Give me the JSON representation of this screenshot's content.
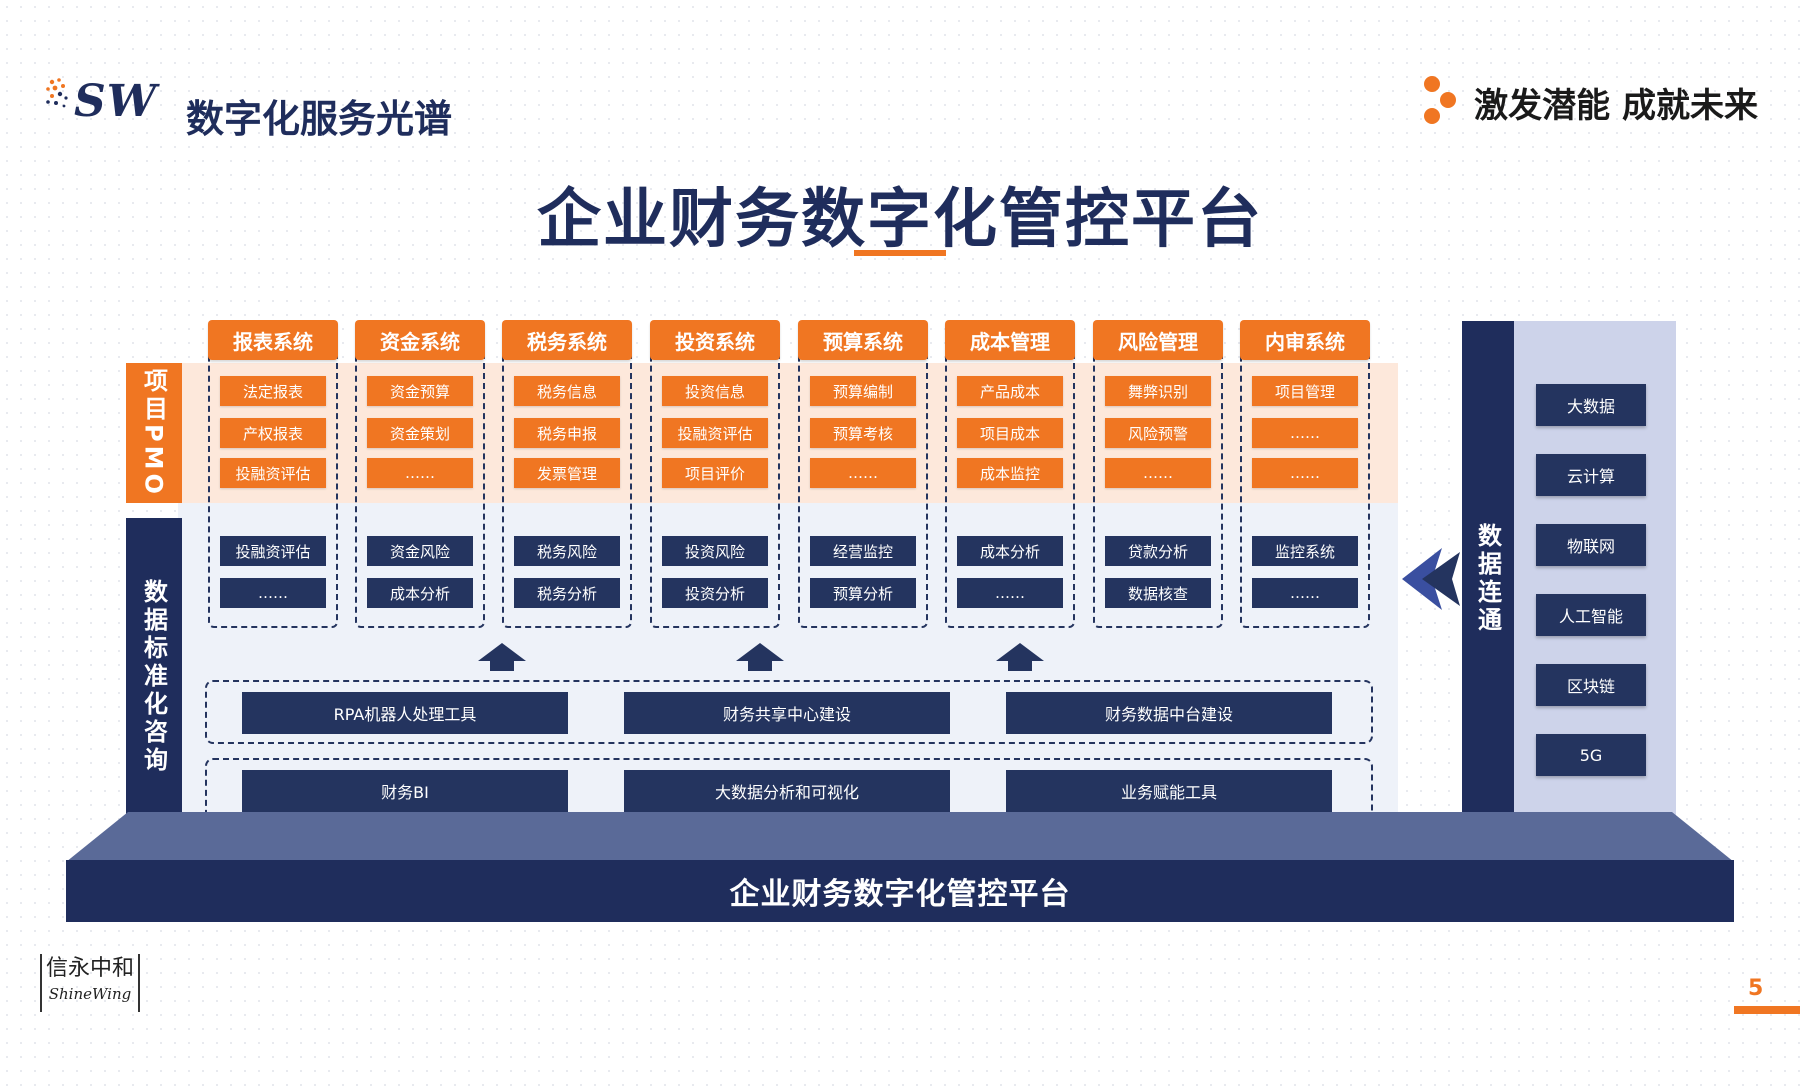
{
  "header": {
    "logo_text": "SW",
    "brand_title": "数字化服务光谱",
    "slogan": "激发潜能 成就未来"
  },
  "main_title": "企业财务数字化管控平台",
  "side_labels": {
    "pmo": "项目PMO",
    "data_standard": "数据标准化咨询",
    "data_connect": "数据连通"
  },
  "systems": [
    {
      "name": "报表系统",
      "orange": [
        "法定报表",
        "产权报表",
        "投融资评估"
      ],
      "navy": [
        "投融资评估",
        "……"
      ]
    },
    {
      "name": "资金系统",
      "orange": [
        "资金预算",
        "资金策划",
        "……"
      ],
      "navy": [
        "资金风险",
        "成本分析"
      ]
    },
    {
      "name": "税务系统",
      "orange": [
        "税务信息",
        "税务申报",
        "发票管理"
      ],
      "navy": [
        "税务风险",
        "税务分析"
      ]
    },
    {
      "name": "投资系统",
      "orange": [
        "投资信息",
        "投融资评估",
        "项目评价"
      ],
      "navy": [
        "投资风险",
        "投资分析"
      ]
    },
    {
      "name": "预算系统",
      "orange": [
        "预算编制",
        "预算考核",
        "……"
      ],
      "navy": [
        "经营监控",
        "预算分析"
      ]
    },
    {
      "name": "成本管理",
      "orange": [
        "产品成本",
        "项目成本",
        "成本监控"
      ],
      "navy": [
        "成本分析",
        "……"
      ]
    },
    {
      "name": "风险管理",
      "orange": [
        "舞弊识别",
        "风险预警",
        "……"
      ],
      "navy": [
        "贷款分析",
        "数据核查"
      ]
    },
    {
      "name": "内审系统",
      "orange": [
        "项目管理",
        "……",
        "……"
      ],
      "navy": [
        "监控系统",
        "……"
      ]
    }
  ],
  "tools_row1": [
    "RPA机器人处理工具",
    "财务共享中心建设",
    "财务数据中台建设"
  ],
  "tools_row2": [
    "财务BI",
    "大数据分析和可视化",
    "业务赋能工具"
  ],
  "tech": [
    "大数据",
    "云计算",
    "物联网",
    "人工智能",
    "区块链",
    "5G"
  ],
  "base_label": "企业财务数字化管控平台",
  "footer": {
    "logo_cn": "信永中和",
    "logo_en": "ShineWing",
    "page_number": "5"
  },
  "colors": {
    "navy": "#1f2d5c",
    "orange": "#f07622",
    "light_orange": "#fde8db",
    "light_blue": "#eef2f9",
    "lavender": "#cdd3ea"
  }
}
